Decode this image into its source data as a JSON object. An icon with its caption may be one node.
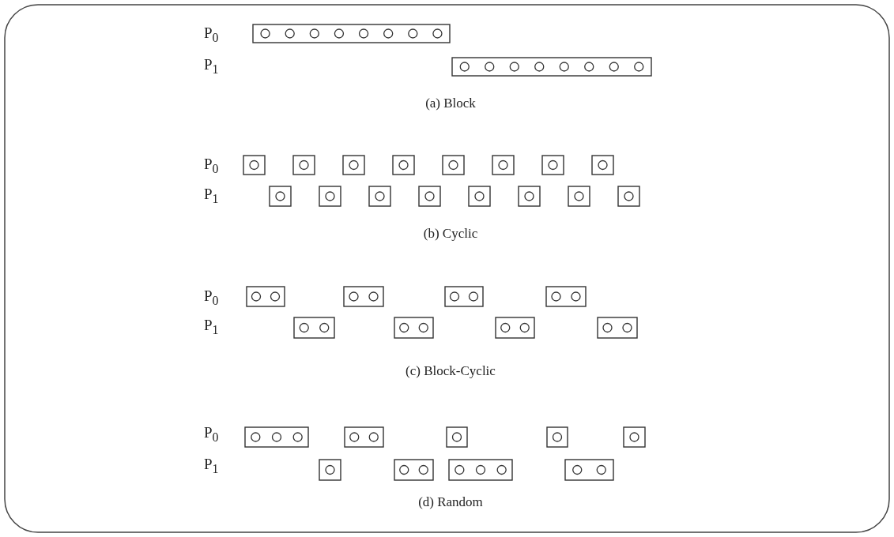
{
  "diagram": {
    "labels": [
      "P$_{0}$",
      "P$_{1}$",
      "(a) Block",
      "P$_{0}$",
      "P$_{1}$",
      "(b) Cyclic",
      "P$_{0}$",
      "P$_{1}$",
      "(c) Block-Cyclic",
      "P$_{0}$",
      "P$_{1}$",
      "(d) Random"
    ]
  }
}
